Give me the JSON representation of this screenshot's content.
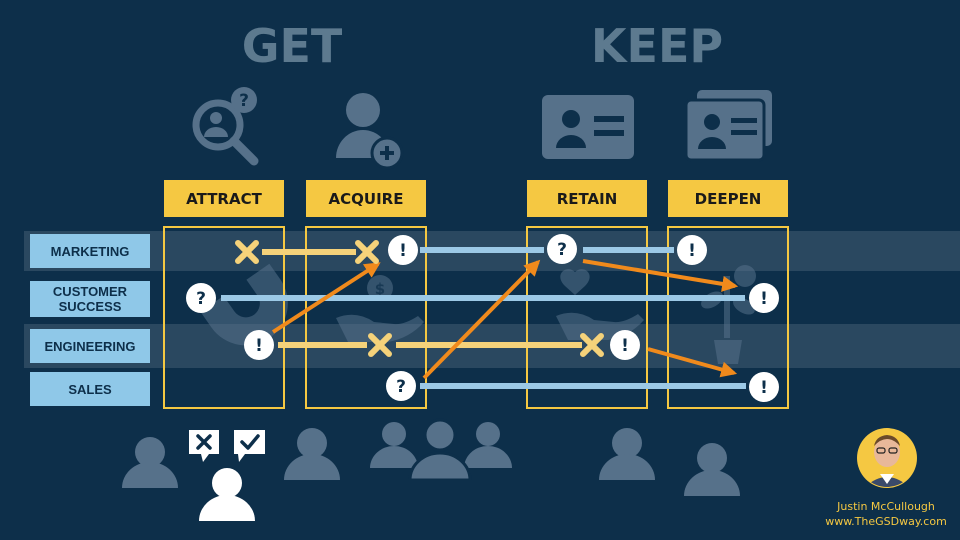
{
  "headings": {
    "get": "GET",
    "keep": "KEEP"
  },
  "stages": [
    "ATTRACT",
    "ACQUIRE",
    "RETAIN",
    "DEEPEN"
  ],
  "rows": [
    {
      "line1": "MARKETING",
      "line2": ""
    },
    {
      "line1": "CUSTOMER",
      "line2": "SUCCESS"
    },
    {
      "line1": "ENGINEERING",
      "line2": ""
    },
    {
      "line1": "SALES",
      "line2": ""
    }
  ],
  "marks": {
    "question": "?",
    "exclaim": "!"
  },
  "author": {
    "name": "Justin McCullough",
    "site": "www.TheGSDway.com"
  },
  "colors": {
    "background": "#0d2f4a",
    "stage_fill": "#f5c842",
    "row_label_fill": "#8fc8e8",
    "handoff_line_yellow": "#f5d27a",
    "handoff_line_blue": "#9cc9e6",
    "arrow": "#f08a1c",
    "ghost_icon": "#56718a",
    "credit_text": "#f5c842"
  },
  "icons": [
    "search-question-icon",
    "add-user-icon",
    "id-card-icon",
    "id-cards-stack-icon",
    "magnet-icon",
    "hand-money-icon",
    "hand-heart-icon",
    "money-plant-icon",
    "person-icon",
    "reject-bubble-icon",
    "approve-bubble-icon",
    "avatar"
  ]
}
